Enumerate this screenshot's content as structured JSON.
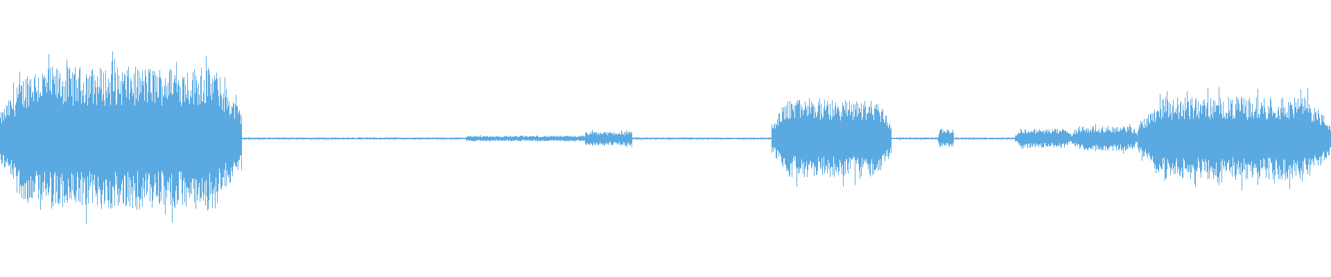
{
  "waveform": {
    "color": "#5aa9e1",
    "background": "#ffffff",
    "duration_fraction_visible": 1.0,
    "segments": [
      {
        "name": "loud-burst-1",
        "start": 0.0,
        "end": 0.182,
        "amplitude": 0.52
      },
      {
        "name": "silence-1",
        "start": 0.182,
        "end": 0.35,
        "amplitude": 0.008
      },
      {
        "name": "faint-noise-1",
        "start": 0.35,
        "end": 0.44,
        "amplitude": 0.02
      },
      {
        "name": "small-blip-1",
        "start": 0.44,
        "end": 0.475,
        "amplitude": 0.05
      },
      {
        "name": "silence-2",
        "start": 0.475,
        "end": 0.58,
        "amplitude": 0.008
      },
      {
        "name": "medium-burst-1",
        "start": 0.58,
        "end": 0.67,
        "amplitude": 0.28
      },
      {
        "name": "silence-3",
        "start": 0.67,
        "end": 0.705,
        "amplitude": 0.008
      },
      {
        "name": "small-blip-2",
        "start": 0.705,
        "end": 0.717,
        "amplitude": 0.07
      },
      {
        "name": "silence-4",
        "start": 0.717,
        "end": 0.763,
        "amplitude": 0.008
      },
      {
        "name": "small-burst",
        "start": 0.763,
        "end": 0.805,
        "amplitude": 0.07
      },
      {
        "name": "low-rumble",
        "start": 0.805,
        "end": 0.855,
        "amplitude": 0.09
      },
      {
        "name": "medium-burst-2",
        "start": 0.855,
        "end": 1.0,
        "amplitude": 0.3
      }
    ]
  }
}
